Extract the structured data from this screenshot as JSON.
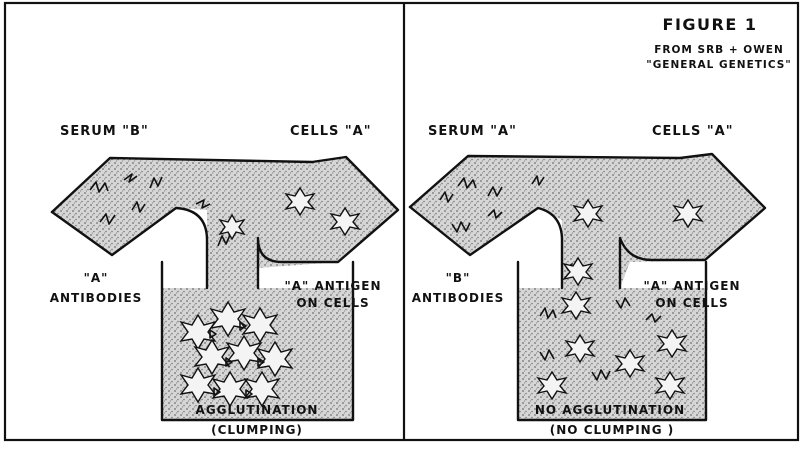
{
  "figure": {
    "title": "FIGURE 1",
    "source_line1": "FROM SRB + OWEN",
    "source_line2": "\"GENERAL GENETICS\""
  },
  "left_panel": {
    "top_left_label": "SERUM \"B\"",
    "top_right_label": "CELLS \"A\"",
    "side_left_line1": "\"A\"",
    "side_left_line2": "ANTIBODIES",
    "side_right_line1": "\"A\" ANTIGEN",
    "side_right_line2": "ON CELLS",
    "result_line1": "AGGLUTINATION",
    "result_line2": "(CLUMPING)"
  },
  "right_panel": {
    "top_left_label": "SERUM \"A\"",
    "top_right_label": "CELLS \"A\"",
    "side_left_line1": "\"B\"",
    "side_left_line2": "ANTIBODIES",
    "side_right_line1": "\"A\" ANTIGEN",
    "side_right_line2": "ON CELLS",
    "result_line1": "NO AGGLUTINATION",
    "result_line2": "(NO CLUMPING )"
  },
  "colors": {
    "ink": "#111111",
    "stipple": "#9a9a9a",
    "paper": "#ffffff"
  }
}
